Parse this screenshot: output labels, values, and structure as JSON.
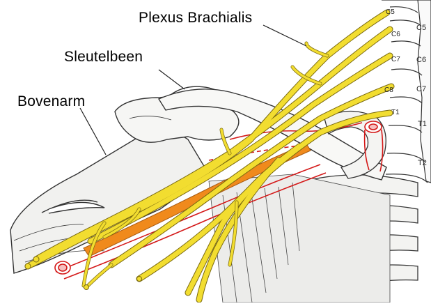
{
  "labels": {
    "plexus": "Plexus Brachialis",
    "clavicle": "Sleutelbeen",
    "upper_arm": "Bovenarm"
  },
  "vertebra_labels": [
    "C5",
    "C6",
    "C7",
    "T1",
    "T2"
  ],
  "root_labels": [
    "C5",
    "C6",
    "C7",
    "C8",
    "T1"
  ],
  "colors": {
    "nerve": "#f2dd30",
    "nerve_outline": "#7a6a10",
    "artery": "#f08a1c",
    "vessel_red": "#d41818",
    "bone": "#f4f4f2",
    "line": "#333333"
  }
}
